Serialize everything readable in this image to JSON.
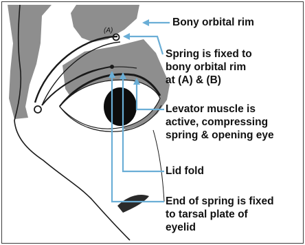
{
  "marker_text": "(A)",
  "callouts": {
    "orbital_rim": "Bony orbital rim",
    "spring_fixed": "Spring is fixed to\nbony orbital rim\nat (A) & (B)",
    "levator": "Levator muscle is\nactive, compressing\nspring & opening eye",
    "lid_fold": "Lid fold",
    "spring_end": "End of spring is fixed\nto tarsal plate of\neyelid"
  },
  "colors": {
    "arrow": "#6aaed6",
    "bone": "#8e8e8e",
    "ink": "#1a1a1a",
    "text": "#111111"
  }
}
